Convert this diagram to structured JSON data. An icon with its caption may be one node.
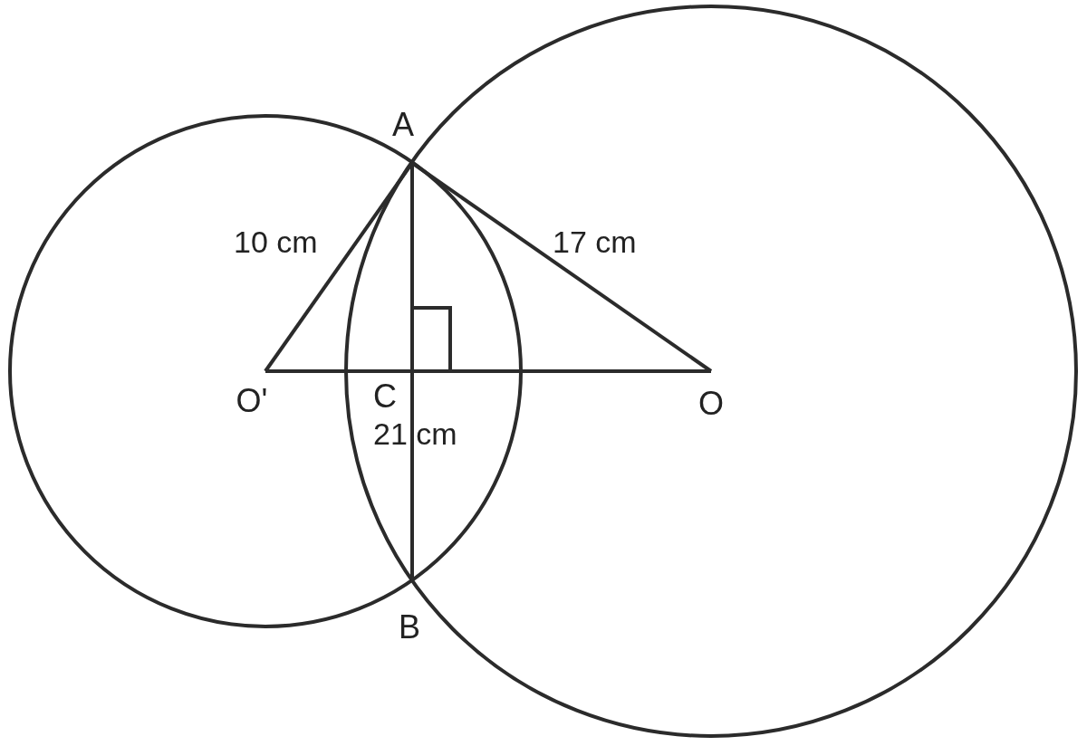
{
  "diagram": {
    "nodes": [
      {
        "text": [
          "A"
        ]
      },
      {
        "text": [
          "O'"
        ]
      },
      {
        "text": [
          "C"
        ]
      },
      {
        "text": [
          "O"
        ]
      },
      {
        "text": [
          "B"
        ]
      }
    ],
    "edges": [
      {
        "from": 0,
        "to": 1,
        "arrow": "none",
        "label": "10 cm"
      },
      {
        "from": 0,
        "to": 3,
        "arrow": "none",
        "label": "17 cm"
      },
      {
        "from": 1,
        "to": 3,
        "arrow": "none"
      },
      {
        "from": 0,
        "to": 2,
        "arrow": "none"
      },
      {
        "from": 2,
        "to": 4,
        "arrow": "none"
      }
    ],
    "labels": [
      "21 cm"
    ]
  }
}
